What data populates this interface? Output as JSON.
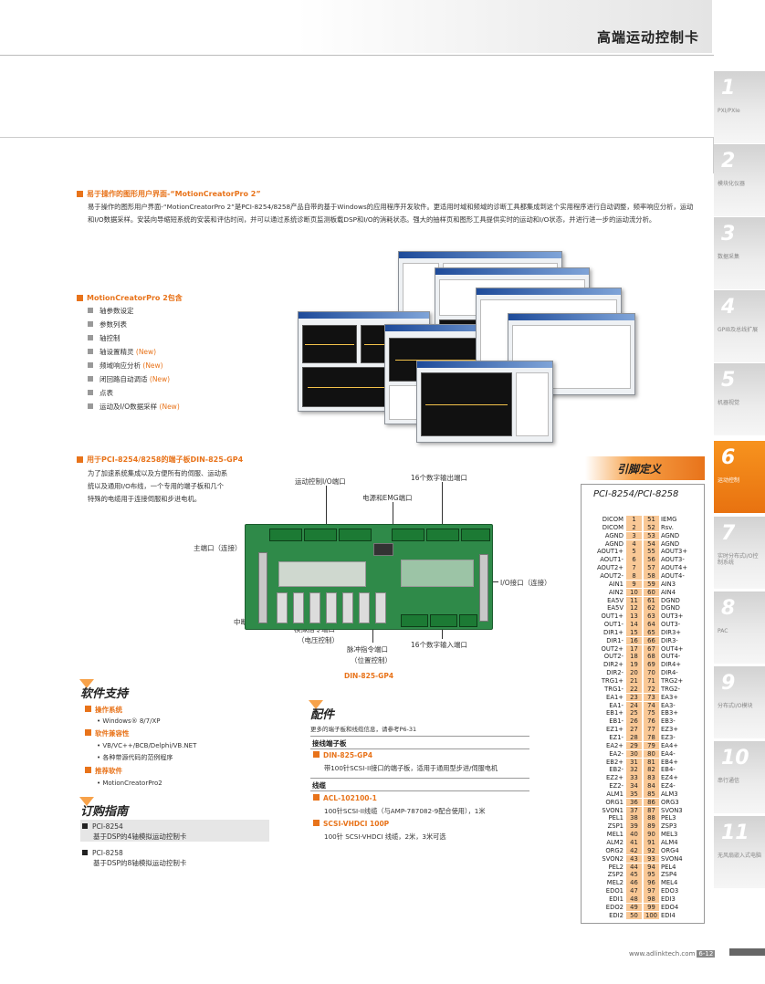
{
  "page_title": "高端运动控制卡",
  "sidebar": [
    {
      "num": "1",
      "label": "PXI/PXIe"
    },
    {
      "num": "2",
      "label": "模块化仪器"
    },
    {
      "num": "3",
      "label": "数据采集"
    },
    {
      "num": "4",
      "label": "GPIB及总线扩展"
    },
    {
      "num": "5",
      "label": "机器视觉"
    },
    {
      "num": "6",
      "label": "运动控制"
    },
    {
      "num": "7",
      "label": "实时分布式I/O控制系统"
    },
    {
      "num": "8",
      "label": "PAC"
    },
    {
      "num": "9",
      "label": "分布式I/O模块"
    },
    {
      "num": "10",
      "label": "串行通信"
    },
    {
      "num": "11",
      "label": "无风扇嵌入式电脑"
    }
  ],
  "gui": {
    "heading": "易于操作的图形用户界面-“MotionCreatorPro 2”",
    "body": "易于操作的图形用户界面-“MotionCreatorPro 2”是PCI-8254/8258产品自带的基于Windows的应用程序开发软件。更适用时域和频域的诊断工具都集成到这个实用程序进行自动调整，频率响应分析，运动和I/O数据采样。安装向导缩短系统的安装和评估时间，并可以通过系统诊断页监测板载DSP和I/O的消耗状态。强大的抽样页和图形工具提供实时的运动和I/O状态，并进行进一步的运动流分析。"
  },
  "mcp": {
    "heading": "MotionCreatorPro 2包含",
    "items": [
      {
        "text": "轴参数设定",
        "new": ""
      },
      {
        "text": "参数列表",
        "new": ""
      },
      {
        "text": "轴控制",
        "new": ""
      },
      {
        "text": "轴设置精灵 ",
        "new": "(New)"
      },
      {
        "text": "频域响应分析 ",
        "new": "(New)"
      },
      {
        "text": "闭回路自动调适 ",
        "new": "(New)"
      },
      {
        "text": "点表",
        "new": ""
      },
      {
        "text": "运动及I/O数据采样 ",
        "new": "(New)"
      }
    ]
  },
  "board": {
    "heading": "用于PCI-8254/8258的端子板DIN-825-GP4",
    "desc": [
      "为了加速系统集成以及方便所有的伺服、运动系",
      "统以及通用I/O布线，一个专用的端子板和几个",
      "特殊的电缆用于连接伺服和步进电机。"
    ],
    "labels": {
      "motion_io": "运动控制I/O端口",
      "dout": "16个数字输出端口",
      "power": "电源和EMG端口",
      "main": "主端口（连接）",
      "io": "I/O接口（连接）",
      "brk": "中断",
      "analog": "模拟指令端口",
      "analog2": "（电压控制）",
      "pulse": "脉冲指令端口",
      "pulse2": "（位置控制）",
      "din": "16个数字输入端口"
    },
    "caption": "DIN-825-GP4"
  },
  "software": {
    "title": "软件支持",
    "os_h": "操作系统",
    "os": "Windows® 8/7/XP",
    "comp_h": "软件兼容性",
    "comp": [
      "VB/VC++/BCB/Delphi/VB.NET",
      "各种带源代码的范例程序"
    ],
    "rec_h": "推荐软件",
    "rec": "MotionCreatorPro2"
  },
  "order": {
    "title": "订购指南",
    "items": [
      {
        "model": "PCI-8254",
        "desc": "基于DSP的4轴模拟运动控制卡"
      },
      {
        "model": "PCI-8258",
        "desc": "基于DSP的8轴模拟运动控制卡"
      }
    ]
  },
  "acc": {
    "title": "配件",
    "note": "更多的端子板和线缆信息，请参考P6-31",
    "tb_h": "接线端子板",
    "tb_model": "DIN-825-GP4",
    "tb_desc": "带100针SCSI-II接口的端子板，适用于通用型步进/伺服电机",
    "cab_h": "线缆",
    "c1_model": "ACL-102100-1",
    "c1_desc": "100针SCSI-II线缆（与AMP-787082-9配合使用），1米",
    "c2_model": "SCSI-VHDCI 100P",
    "c2_desc": "100针 SCSI-VHDCI 线缆，2米，3米可选"
  },
  "pins": {
    "title": "引脚定义",
    "subtitle": "PCI-8254/PCI-8258",
    "rows": [
      [
        "DICOM",
        "1",
        "51",
        "IEMG"
      ],
      [
        "DICOM",
        "2",
        "52",
        "Rsv."
      ],
      [
        "AGND",
        "3",
        "53",
        "AGND"
      ],
      [
        "AGND",
        "4",
        "54",
        "AGND"
      ],
      [
        "AOUT1+",
        "5",
        "55",
        "AOUT3+"
      ],
      [
        "AOUT1-",
        "6",
        "56",
        "AOUT3-"
      ],
      [
        "AOUT2+",
        "7",
        "57",
        "AOUT4+"
      ],
      [
        "AOUT2-",
        "8",
        "58",
        "AOUT4-"
      ],
      [
        "AIN1",
        "9",
        "59",
        "AIN3"
      ],
      [
        "AIN2",
        "10",
        "60",
        "AIN4"
      ],
      [
        "EA5V",
        "11",
        "61",
        "DGND"
      ],
      [
        "EA5V",
        "12",
        "62",
        "DGND"
      ],
      [
        "OUT1+",
        "13",
        "63",
        "OUT3+"
      ],
      [
        "OUT1-",
        "14",
        "64",
        "OUT3-"
      ],
      [
        "DIR1+",
        "15",
        "65",
        "DIR3+"
      ],
      [
        "DIR1-",
        "16",
        "66",
        "DIR3-"
      ],
      [
        "OUT2+",
        "17",
        "67",
        "OUT4+"
      ],
      [
        "OUT2-",
        "18",
        "68",
        "OUT4-"
      ],
      [
        "DIR2+",
        "19",
        "69",
        "DIR4+"
      ],
      [
        "DIR2-",
        "20",
        "70",
        "DIR4-"
      ],
      [
        "TRG1+",
        "21",
        "71",
        "TRG2+"
      ],
      [
        "TRG1-",
        "22",
        "72",
        "TRG2-"
      ],
      [
        "EA1+",
        "23",
        "73",
        "EA3+"
      ],
      [
        "EA1-",
        "24",
        "74",
        "EA3-"
      ],
      [
        "EB1+",
        "25",
        "75",
        "EB3+"
      ],
      [
        "EB1-",
        "26",
        "76",
        "EB3-"
      ],
      [
        "EZ1+",
        "27",
        "77",
        "EZ3+"
      ],
      [
        "EZ1-",
        "28",
        "78",
        "EZ3-"
      ],
      [
        "EA2+",
        "29",
        "79",
        "EA4+"
      ],
      [
        "EA2-",
        "30",
        "80",
        "EA4-"
      ],
      [
        "EB2+",
        "31",
        "81",
        "EB4+"
      ],
      [
        "EB2-",
        "32",
        "82",
        "EB4-"
      ],
      [
        "EZ2+",
        "33",
        "83",
        "EZ4+"
      ],
      [
        "EZ2-",
        "34",
        "84",
        "EZ4-"
      ],
      [
        "ALM1",
        "35",
        "85",
        "ALM3"
      ],
      [
        "ORG1",
        "36",
        "86",
        "ORG3"
      ],
      [
        "SVON1",
        "37",
        "87",
        "SVON3"
      ],
      [
        "PEL1",
        "38",
        "88",
        "PEL3"
      ],
      [
        "ZSP1",
        "39",
        "89",
        "ZSP3"
      ],
      [
        "MEL1",
        "40",
        "90",
        "MEL3"
      ],
      [
        "ALM2",
        "41",
        "91",
        "ALM4"
      ],
      [
        "ORG2",
        "42",
        "92",
        "ORG4"
      ],
      [
        "SVON2",
        "43",
        "93",
        "SVON4"
      ],
      [
        "PEL2",
        "44",
        "94",
        "PEL4"
      ],
      [
        "ZSP2",
        "45",
        "95",
        "ZSP4"
      ],
      [
        "MEL2",
        "46",
        "96",
        "MEL4"
      ],
      [
        "EDO1",
        "47",
        "97",
        "EDO3"
      ],
      [
        "EDI1",
        "48",
        "98",
        "EDI3"
      ],
      [
        "EDO2",
        "49",
        "99",
        "EDO4"
      ],
      [
        "EDI2",
        "50",
        "100",
        "EDI4"
      ]
    ]
  },
  "footer": {
    "url": "www.adlinktech.com",
    "page": "6-12"
  }
}
